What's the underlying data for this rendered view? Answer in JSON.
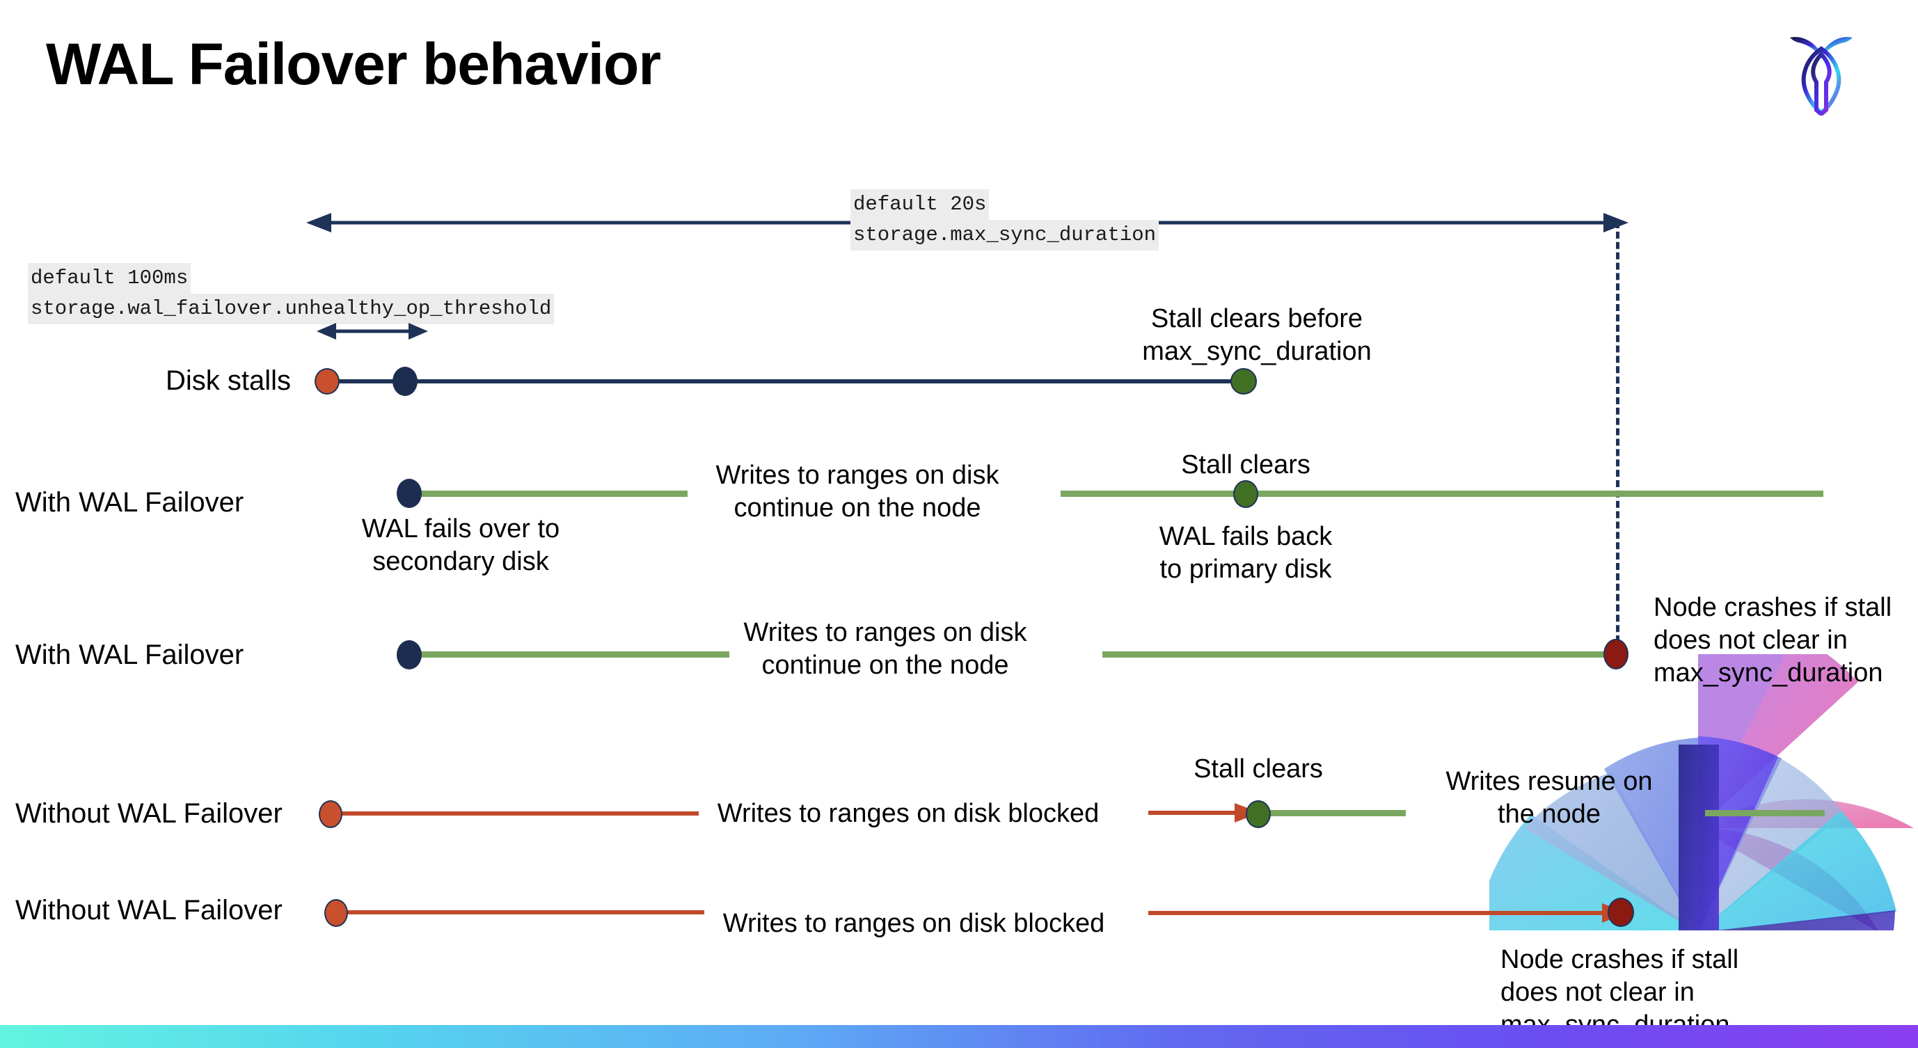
{
  "slide": {
    "title": "WAL Failover behavior",
    "logo_name": "cockroachdb-logo"
  },
  "annotations": {
    "max_sync": {
      "default": "default 20s",
      "setting": "storage.max_sync_duration"
    },
    "unhealthy_op": {
      "default": "default 100ms",
      "setting": "storage.wal_failover.unhealthy_op_threshold"
    }
  },
  "rows": [
    {
      "id": "disk-stalls",
      "label": "Disk stalls",
      "notes": [
        {
          "id": "stall-clears-before",
          "text": "Stall clears before\nmax_sync_duration"
        }
      ]
    },
    {
      "id": "with-wal-failover-1",
      "label": "With WAL Failover",
      "notes": [
        {
          "id": "writes-continue-1",
          "text": "Writes to ranges on disk\ncontinue on the node"
        },
        {
          "id": "stall-clears-1",
          "text": "Stall clears"
        },
        {
          "id": "wal-fails-over",
          "text": "WAL fails over to\nsecondary disk"
        },
        {
          "id": "wal-fails-back",
          "text": "WAL fails  back\nto primary disk"
        }
      ]
    },
    {
      "id": "with-wal-failover-2",
      "label": "With WAL Failover",
      "notes": [
        {
          "id": "writes-continue-2",
          "text": "Writes to ranges on disk\ncontinue on the node"
        },
        {
          "id": "node-crashes-1",
          "text": "Node crashes if stall\ndoes not clear in\nmax_sync_duration"
        }
      ]
    },
    {
      "id": "without-wal-failover-1",
      "label": "Without WAL Failover",
      "notes": [
        {
          "id": "writes-blocked-1",
          "text": "Writes to ranges on disk  blocked"
        },
        {
          "id": "stall-clears-2",
          "text": "Stall clears"
        },
        {
          "id": "writes-resume",
          "text": "Writes resume on\nthe node"
        }
      ]
    },
    {
      "id": "without-wal-failover-2",
      "label": "Without WAL Failover",
      "notes": [
        {
          "id": "writes-blocked-2",
          "text": "Writes to ranges on disk  blocked"
        },
        {
          "id": "node-crashes-2",
          "text": "Node crashes if stall\ndoes not clear in\nmax_sync_duration"
        }
      ]
    }
  ],
  "colors": {
    "navy": "#1f3257",
    "green": "#7aa760",
    "red": "#c0492a",
    "dot_red": "#c8502c",
    "dot_navy": "#1d2d50",
    "dot_green": "#417025",
    "dot_darkred": "#8b1a12",
    "code_bg": "#ececec"
  }
}
